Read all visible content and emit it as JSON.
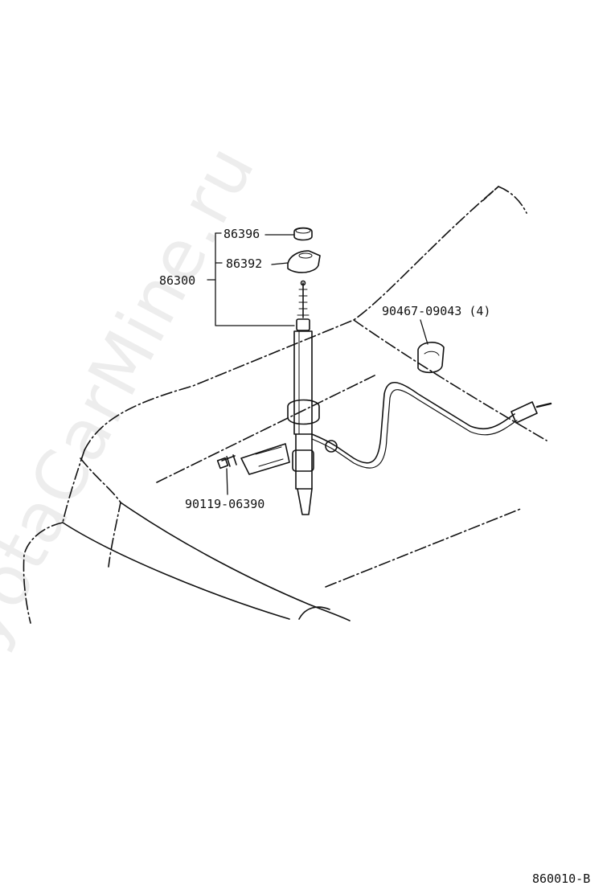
{
  "watermark": "ToyotaCarMine.ru",
  "diagram_code": "860010-B",
  "parts": {
    "antenna_assembly": "86300",
    "cap": "86396",
    "pad": "86392",
    "clamp": "90467-09043 (4)",
    "bolt": "90119-06390"
  },
  "colors": {
    "line": "#111111"
  }
}
